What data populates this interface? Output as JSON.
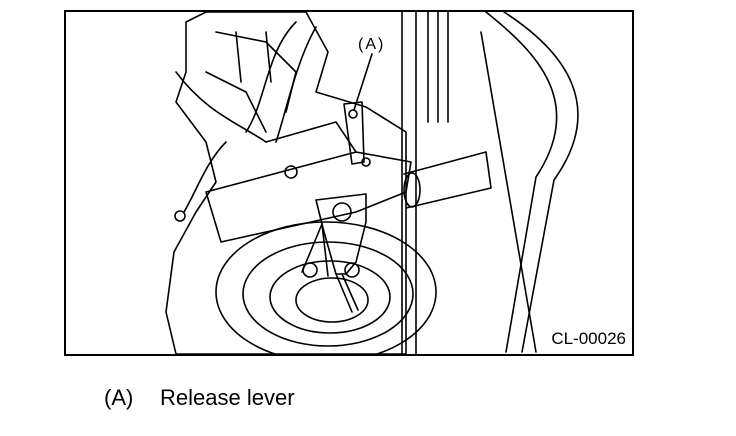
{
  "diagram": {
    "callout_label": "(A)",
    "figure_id": "CL-00026"
  },
  "legend": {
    "key": "(A)",
    "text": "Release lever"
  }
}
